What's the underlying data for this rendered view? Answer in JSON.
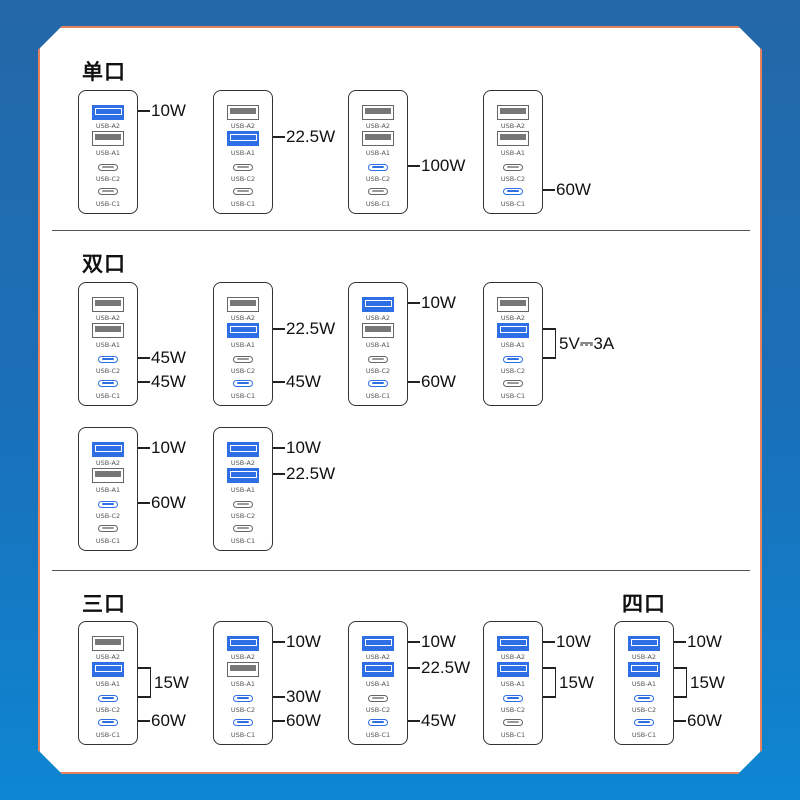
{
  "sections": {
    "single": "单口",
    "dual": "双口",
    "triple": "三口",
    "quad": "四口"
  },
  "port_labels": {
    "a2": "USB-A2",
    "a1": "USB-A1",
    "c2": "USB-C2",
    "c1": "USB-C1"
  },
  "colors": {
    "active": "#2f6fe6",
    "inactive": "#777777",
    "border": "#e8835e"
  },
  "chargers": [
    {
      "id": "single-1",
      "section": "single",
      "active": [
        "a2"
      ],
      "labels": [
        {
          "port": "a2",
          "text": "10W"
        }
      ]
    },
    {
      "id": "single-2",
      "section": "single",
      "active": [
        "a1"
      ],
      "labels": [
        {
          "port": "a1",
          "text": "22.5W"
        }
      ]
    },
    {
      "id": "single-3",
      "section": "single",
      "active": [
        "c2"
      ],
      "labels": [
        {
          "port": "c2",
          "text": "100W"
        }
      ]
    },
    {
      "id": "single-4",
      "section": "single",
      "active": [
        "c1"
      ],
      "labels": [
        {
          "port": "c1",
          "text": "60W"
        }
      ]
    },
    {
      "id": "dual-1",
      "section": "dual",
      "active": [
        "c2",
        "c1"
      ],
      "labels": [
        {
          "port": "c2",
          "text": "45W"
        },
        {
          "port": "c1",
          "text": "45W"
        }
      ]
    },
    {
      "id": "dual-2",
      "section": "dual",
      "active": [
        "a1",
        "c1"
      ],
      "labels": [
        {
          "port": "a1",
          "text": "22.5W"
        },
        {
          "port": "c1",
          "text": "45W"
        }
      ]
    },
    {
      "id": "dual-3",
      "section": "dual",
      "active": [
        "a2",
        "c1"
      ],
      "labels": [
        {
          "port": "a2",
          "text": "10W"
        },
        {
          "port": "c1",
          "text": "60W"
        }
      ]
    },
    {
      "id": "dual-4",
      "section": "dual",
      "active": [
        "a1",
        "c2"
      ],
      "bracket": [
        "a1",
        "c2"
      ],
      "bracket_text": "5V⎓3A"
    },
    {
      "id": "dual-5",
      "section": "dual",
      "active": [
        "a2",
        "c2"
      ],
      "labels": [
        {
          "port": "a2",
          "text": "10W"
        },
        {
          "port": "c2",
          "text": "60W"
        }
      ]
    },
    {
      "id": "dual-6",
      "section": "dual",
      "active": [
        "a2",
        "a1"
      ],
      "labels": [
        {
          "port": "a2",
          "text": "10W"
        },
        {
          "port": "a1",
          "text": "22.5W"
        }
      ]
    },
    {
      "id": "triple-1",
      "section": "triple",
      "active": [
        "a1",
        "c2",
        "c1"
      ],
      "bracket": [
        "a1",
        "c2"
      ],
      "bracket_text": "15W",
      "labels": [
        {
          "port": "c1",
          "text": "60W"
        }
      ]
    },
    {
      "id": "triple-2",
      "section": "triple",
      "active": [
        "a2",
        "c2",
        "c1"
      ],
      "labels": [
        {
          "port": "a2",
          "text": "10W"
        },
        {
          "port": "c2",
          "text": "30W"
        },
        {
          "port": "c1",
          "text": "60W"
        }
      ]
    },
    {
      "id": "triple-3",
      "section": "triple",
      "active": [
        "a2",
        "a1",
        "c1"
      ],
      "labels": [
        {
          "port": "a2",
          "text": "10W"
        },
        {
          "port": "a1",
          "text": "22.5W"
        },
        {
          "port": "c1",
          "text": "45W"
        }
      ]
    },
    {
      "id": "triple-4",
      "section": "triple",
      "active": [
        "a2",
        "a1",
        "c2"
      ],
      "bracket": [
        "a1",
        "c2"
      ],
      "bracket_text": "15W",
      "labels": [
        {
          "port": "a2",
          "text": "10W"
        }
      ]
    },
    {
      "id": "quad-1",
      "section": "quad",
      "active": [
        "a2",
        "a1",
        "c2",
        "c1"
      ],
      "bracket": [
        "a1",
        "c2"
      ],
      "bracket_text": "15W",
      "labels": [
        {
          "port": "a2",
          "text": "10W"
        },
        {
          "port": "c1",
          "text": "60W"
        }
      ]
    }
  ]
}
